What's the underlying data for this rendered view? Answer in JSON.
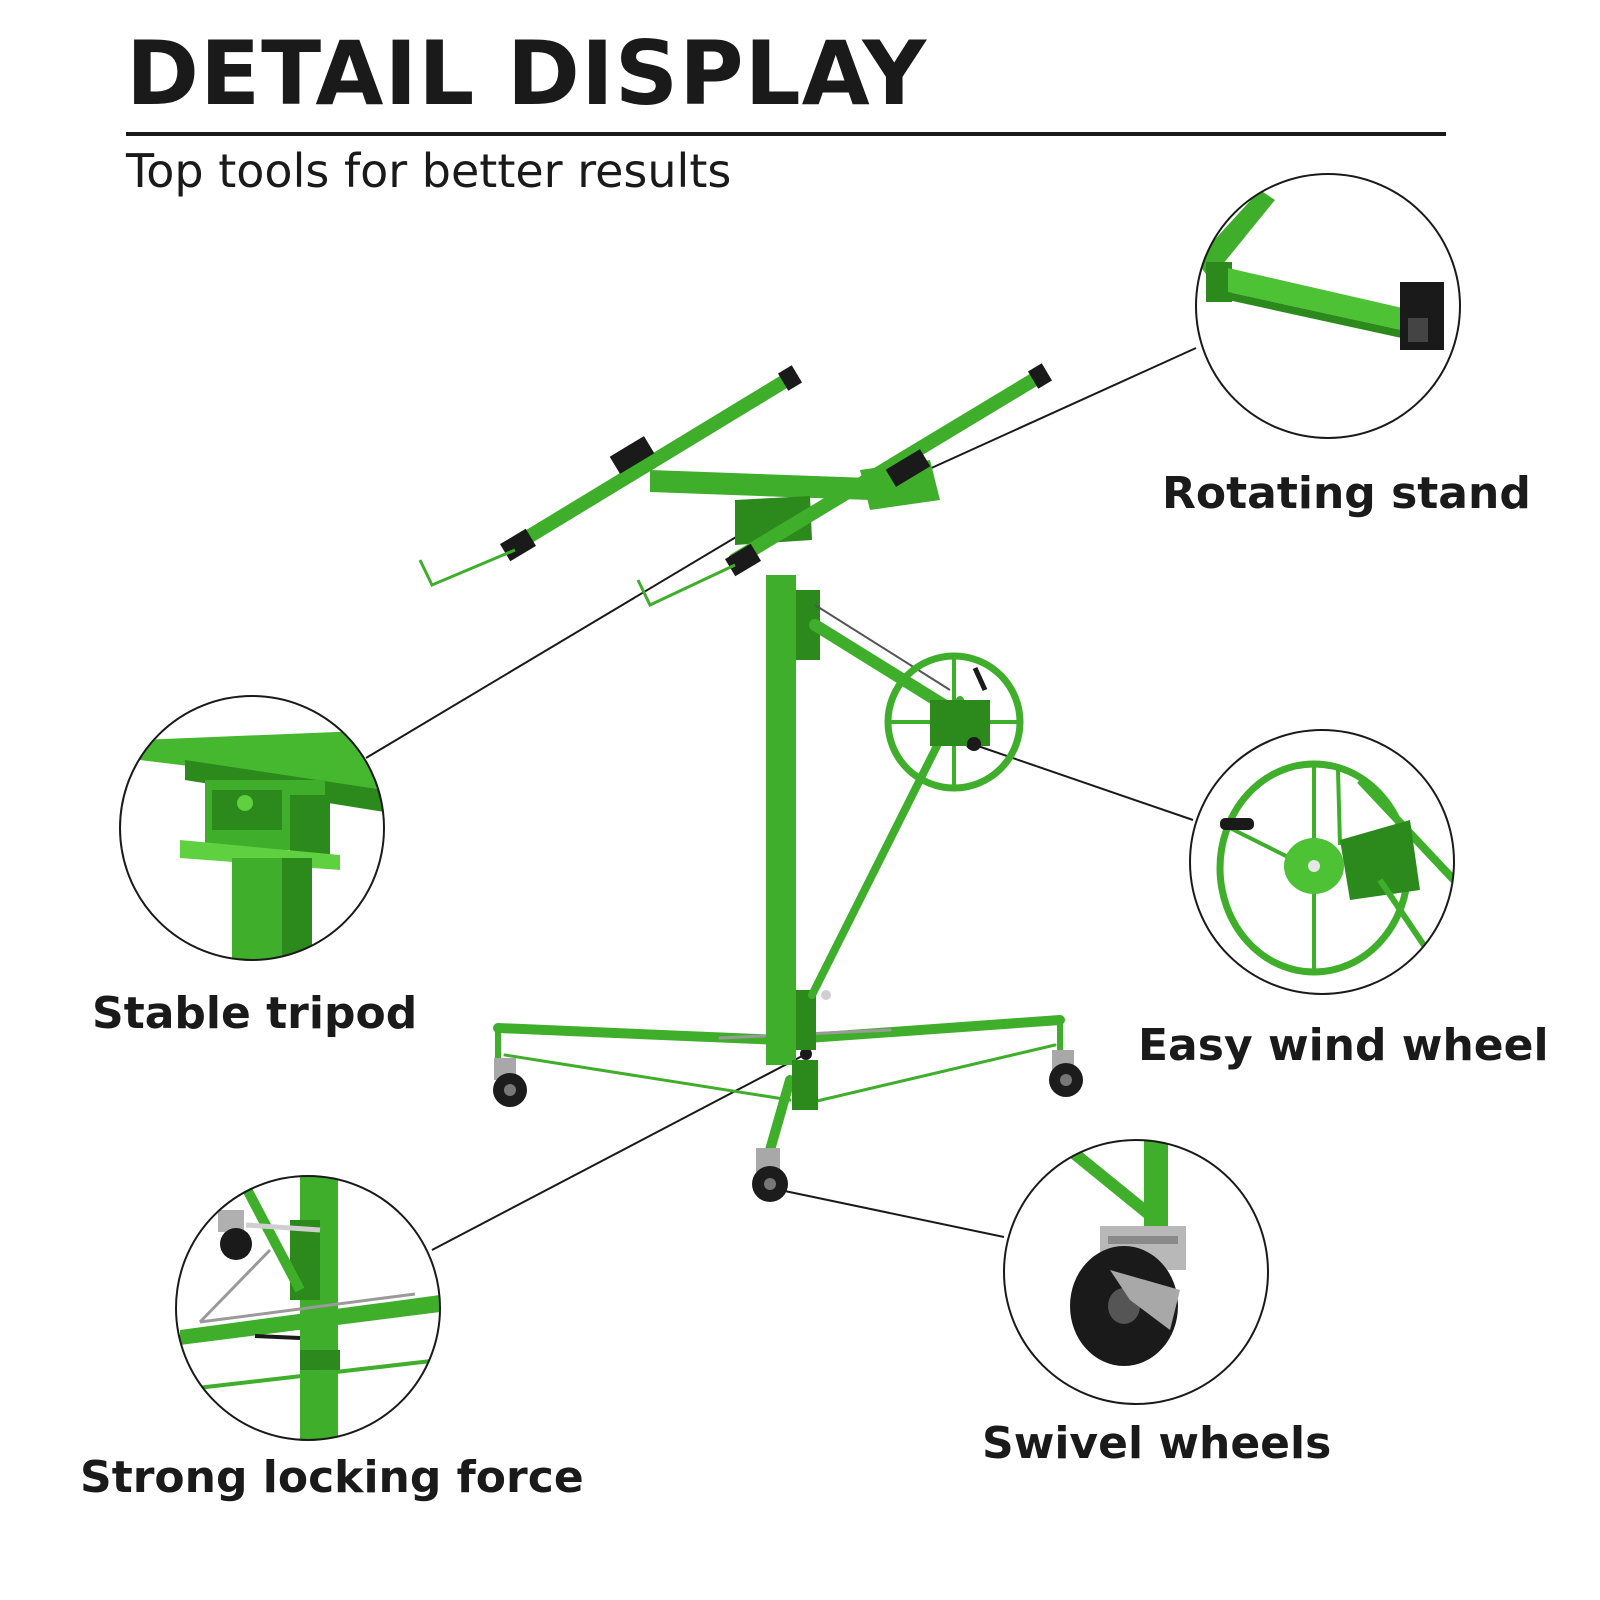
{
  "header": {
    "title": "DETAIL DISPLAY",
    "subtitle": "Top tools for better results"
  },
  "callouts": [
    {
      "key": "rotating",
      "label": "Rotating stand"
    },
    {
      "key": "tripod",
      "label": "Stable tripod"
    },
    {
      "key": "wheel",
      "label": "Easy wind wheel"
    },
    {
      "key": "swivel",
      "label": "Swivel wheels"
    },
    {
      "key": "locking",
      "label": "Strong locking force"
    }
  ],
  "colors": {
    "product_green": "#3fae2a",
    "green_dark": "#2c8a1c",
    "green_light": "#5fd03f",
    "text": "#1a1a1a",
    "leader_line": "#1a1a1a"
  },
  "icons": [
    "drywall-lift-illustration",
    "zoom-circle"
  ]
}
